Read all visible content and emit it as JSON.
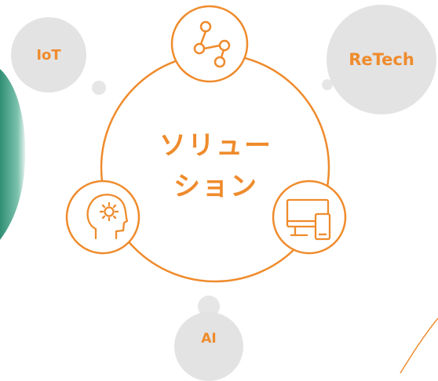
{
  "center": {
    "line1": "ソリュー",
    "line2": "ション"
  },
  "bubbles": {
    "iot": "IoT",
    "retech": "ReTech",
    "ai": "AI"
  },
  "nodes": {
    "top": {
      "icon": "network-nodes-icon"
    },
    "left": {
      "icon": "head-gear-icon"
    },
    "right": {
      "icon": "devices-icon"
    }
  },
  "colors": {
    "accent": "#ef8b2c",
    "bubble": "#e3e3e3",
    "teal_edge": "#3f9f86",
    "background": "#ffffff"
  }
}
